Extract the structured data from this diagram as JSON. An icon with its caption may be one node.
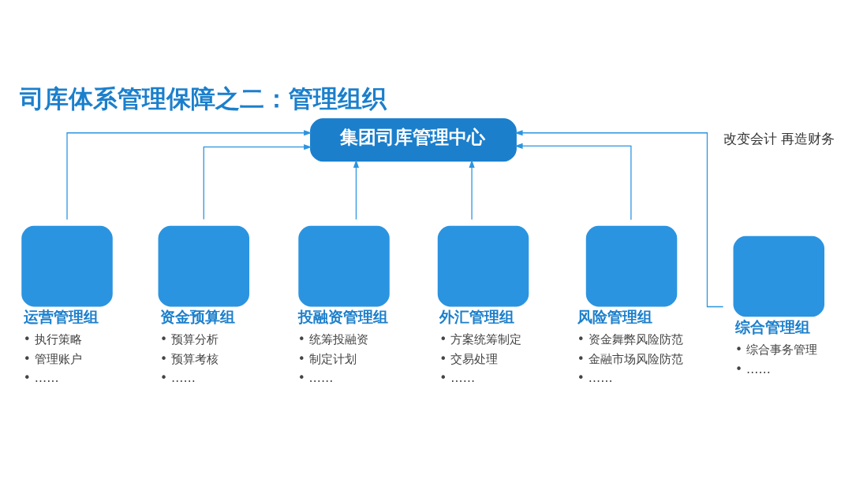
{
  "diagram": {
    "title": "司库体系管理保障之二：管理组织",
    "nodes": [
      {
        "text": [
          "集团司库管理中心"
        ]
      },
      {
        "text": [
          "运营管理组",
          "• 执行策略",
          "• 管理账户",
          "• ……"
        ]
      },
      {
        "text": [
          "资金预算组",
          "• 预算分析",
          "• 预算考核",
          "• ……"
        ]
      },
      {
        "text": [
          "投融资管理组",
          "• 统筹投融资",
          "• 制定计划",
          "• ……"
        ]
      },
      {
        "text": [
          "外汇管理组",
          "• 方案统筹制定",
          "• 交易处理",
          "• ……"
        ]
      },
      {
        "text": [
          "风险管理组",
          "• 资金舞弊风险防范",
          "• 金融市场风险防范",
          "• ……"
        ]
      },
      {
        "text": [
          "综合管理组",
          "• 综合事务管理",
          "• ……"
        ]
      }
    ],
    "edges": [
      {
        "from": 1,
        "to": 0,
        "arrow": "to"
      },
      {
        "from": 2,
        "to": 0,
        "arrow": "to"
      },
      {
        "from": 3,
        "to": 0,
        "arrow": "to"
      },
      {
        "from": 4,
        "to": 0,
        "arrow": "to"
      },
      {
        "from": 5,
        "to": 0,
        "arrow": "to"
      },
      {
        "from": 6,
        "to": 0,
        "arrow": "to"
      }
    ],
    "labels": [
      "改变会计 再造财务"
    ]
  }
}
